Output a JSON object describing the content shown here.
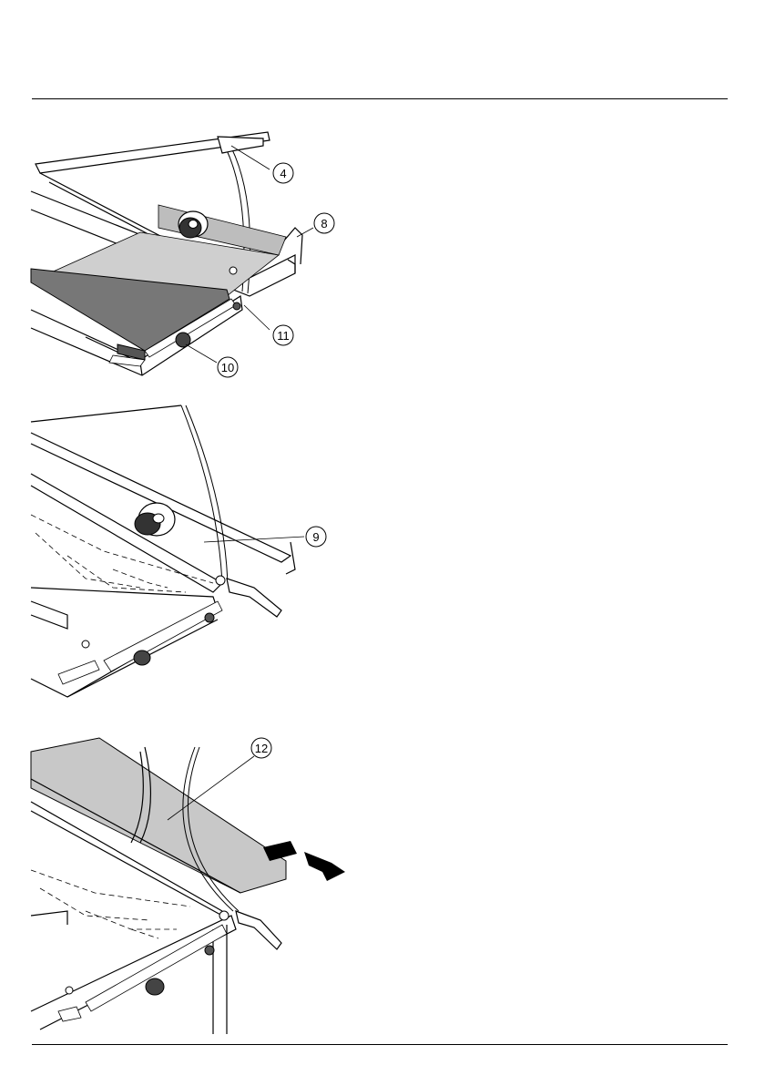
{
  "figures": [
    {
      "id": "figure-1",
      "callouts": [
        "4",
        "8",
        "11",
        "10"
      ]
    },
    {
      "id": "figure-2",
      "callouts": [
        "9"
      ]
    },
    {
      "id": "figure-3",
      "callouts": [
        "12"
      ]
    }
  ]
}
